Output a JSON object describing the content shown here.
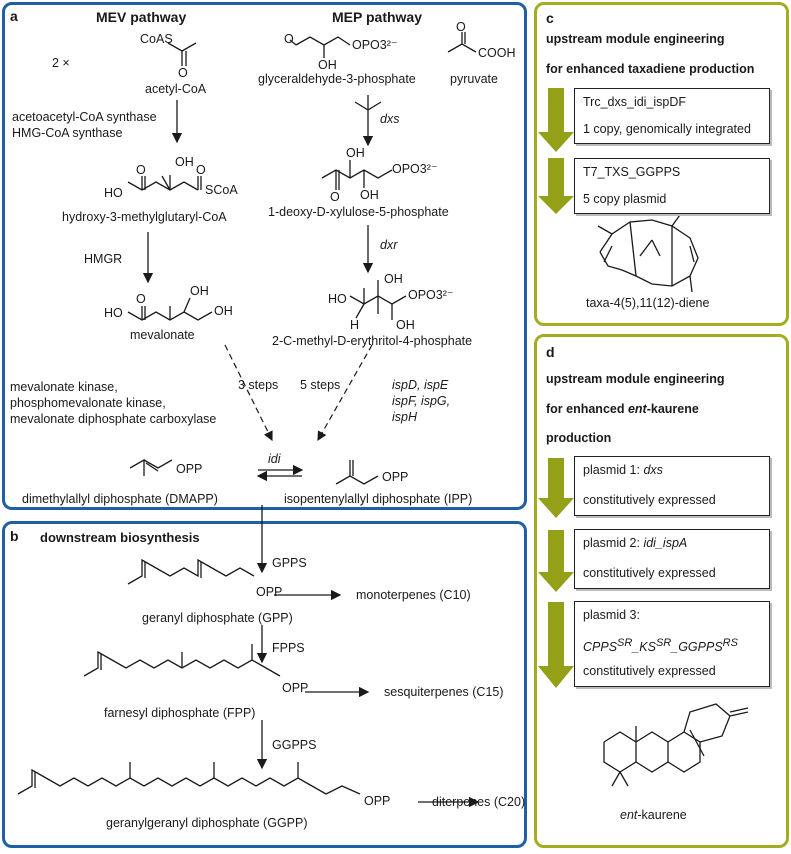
{
  "panel_a": {
    "letter": "a",
    "mev_title": "MEV pathway",
    "mep_title": "MEP pathway",
    "two_x": "2 ×",
    "coas": "CoAS",
    "acetyl_coa": "acetyl-CoA",
    "enzyme_mev_1": "acetoacetyl-CoA synthase",
    "enzyme_mev_2": "HMG-CoA synthase",
    "hmg_coa": "hydroxy-3-methylglutaryl-CoA",
    "hmgr": "HMGR",
    "mevalonate": "mevalonate",
    "three_steps": "3 steps",
    "mev_kinases_1": "mevalonate kinase,",
    "mev_kinases_2": "phosphomevalonate kinase,",
    "mev_kinases_3": "mevalonate diphosphate carboxylase",
    "g3p": "glyceraldehyde-3-phosphate",
    "pyruvate": "pyruvate",
    "cooh": "COOH",
    "dxs": "dxs",
    "dxp": "1-deoxy-D-xylulose-5-phosphate",
    "dxr": "dxr",
    "mep_name": "2-C-methyl-D-erythritol-4-phosphate",
    "five_steps": "5 steps",
    "isp_1": "ispD, ispE",
    "isp_2": "ispF, ispG,",
    "isp_3": "ispH",
    "idi": "idi",
    "dmapp": "dimethylallyl diphosphate (DMAPP)",
    "ipp": "isopentenylallyl diphosphate (IPP)",
    "opp": "OPP",
    "oh": "OH",
    "ho": "HO",
    "o": "O",
    "h": "H",
    "scoa": "SCoA",
    "opo3": "OPO3²⁻"
  },
  "panel_b": {
    "letter": "b",
    "title": "downstream biosynthesis",
    "gpps": "GPPS",
    "gpp": "geranyl diphosphate (GPP)",
    "monoterpenes": "monoterpenes (C10)",
    "fpps": "FPPS",
    "fpp": "farnesyl diphosphate (FPP)",
    "sesquiterpenes": "sesquiterpenes (C15)",
    "ggpps": "GGPPS",
    "ggpp": "geranylgeranyl diphosphate (GGPP)",
    "diterpenes": "diterpenes (C20)",
    "opp": "OPP"
  },
  "panel_c": {
    "letter": "c",
    "title_1": "upstream module engineering",
    "title_2": "for enhanced taxadiene production",
    "box1_line1": "Trc_dxs_idi_ispDF",
    "box1_line2": "1 copy, genomically integrated",
    "box2_line1": "T7_TXS_GGPPS",
    "box2_line2": "5 copy plasmid",
    "product": "taxa-4(5),11(12)-diene",
    "arrow_color": "#94a018"
  },
  "panel_d": {
    "letter": "d",
    "title_1": "upstream module engineering",
    "title_2a": "for enhanced ",
    "title_2b": "ent",
    "title_2c": "-kaurene",
    "title_3": "production",
    "box1_line1a": "plasmid 1: ",
    "box1_line1b": "dxs",
    "box1_line2": "constitutively expressed",
    "box2_line1a": "plasmid 2: ",
    "box2_line1b": "idi_ispA",
    "box2_line2": "constitutively expressed",
    "box3_line1": "plasmid 3:",
    "box3_cpps": "CPPS",
    "box3_sr1": "SR",
    "box3_ks": "_KS",
    "box3_sr2": "SR",
    "box3_ggpps": "_GGPPS",
    "box3_rs": "RS",
    "box3_line3": "constitutively expressed",
    "product_a": "ent",
    "product_b": "-kaurene",
    "arrow_color": "#94a018"
  }
}
